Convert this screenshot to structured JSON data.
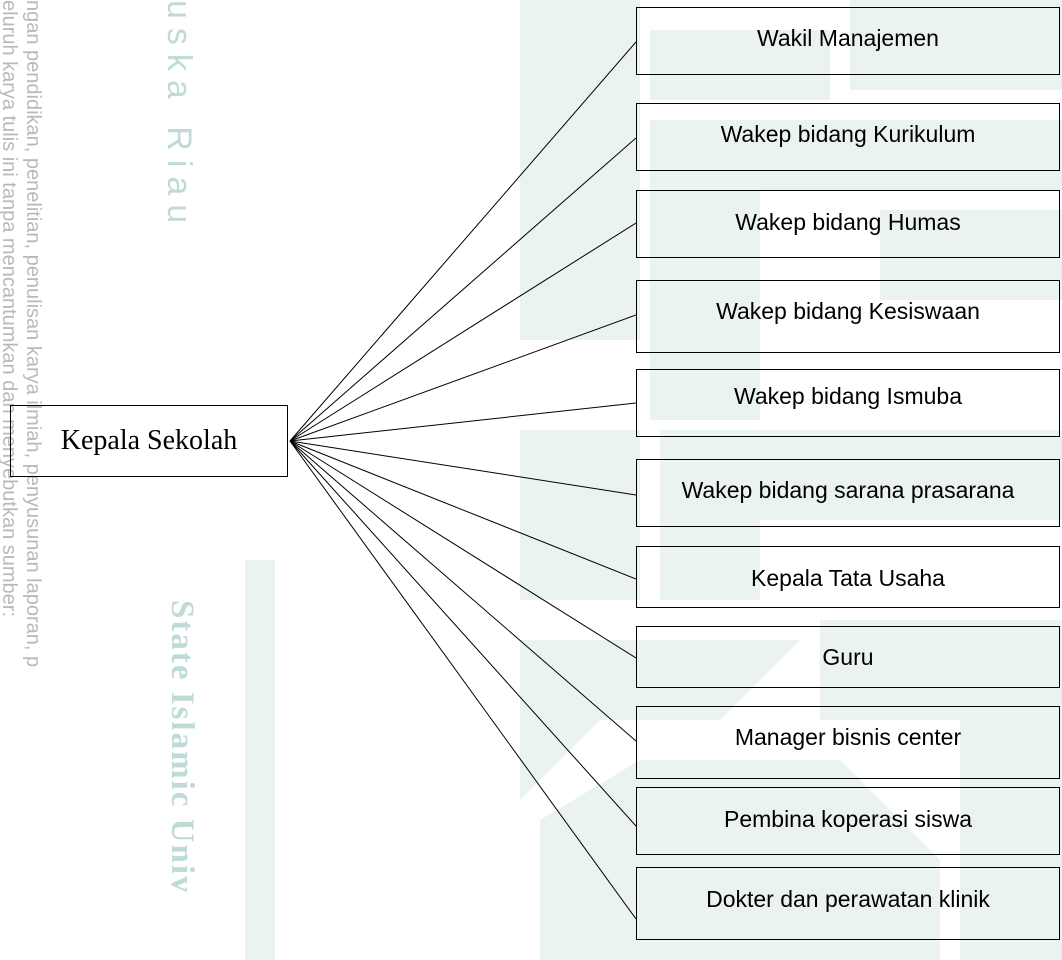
{
  "watermark": {
    "side_lines": [
      "eluruh karya tulis ini tanpa mencantumkan dan menyebutkan sumber:",
      "ngan pendidikan, penelitian, penulisan karya ilmiah, penyusunan laporan, p",
      "… … … …"
    ],
    "brand_top": "uska Riau",
    "brand_bottom": "State Islamic Univ",
    "colors": {
      "text_gray": "#b9b9b9",
      "teal": "#bfdad7",
      "pattern": "#eaf3f2"
    }
  },
  "diagram": {
    "root": "Kepala Sekolah",
    "children": [
      "Wakil Manajemen",
      "Wakep bidang Kurikulum",
      "Wakep bidang Humas",
      "Wakep bidang Kesiswaan",
      "Wakep bidang Ismuba",
      "Wakep bidang sarana prasarana",
      "Kepala Tata Usaha",
      "Guru",
      "Manager bisnis center",
      "Pembina koperasi siswa",
      "Dokter dan perawatan klinik"
    ],
    "line_color": "#000000"
  }
}
